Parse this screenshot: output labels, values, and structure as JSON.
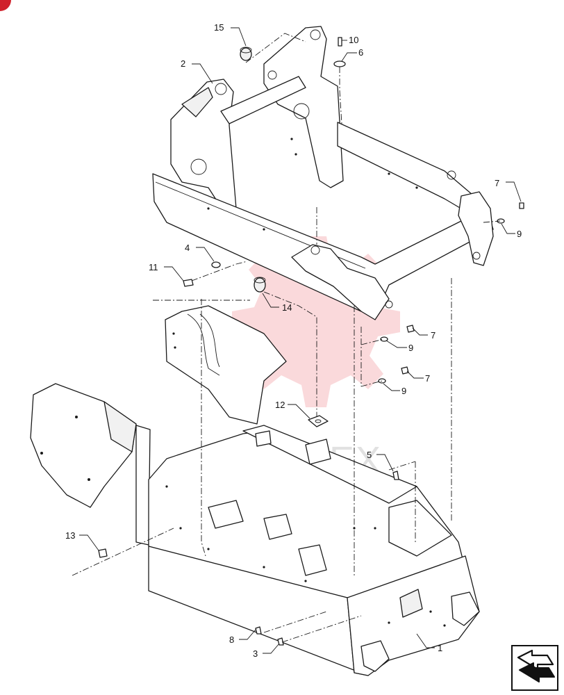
{
  "diagram": {
    "callouts": [
      {
        "id": "c1",
        "label": "1"
      },
      {
        "id": "c2",
        "label": "2"
      },
      {
        "id": "c3",
        "label": "3"
      },
      {
        "id": "c4",
        "label": "4"
      },
      {
        "id": "c5",
        "label": "5"
      },
      {
        "id": "c6",
        "label": "6"
      },
      {
        "id": "c7a",
        "label": "7"
      },
      {
        "id": "c7b",
        "label": "7"
      },
      {
        "id": "c7c",
        "label": "7"
      },
      {
        "id": "c8",
        "label": "8"
      },
      {
        "id": "c9a",
        "label": "9"
      },
      {
        "id": "c9b",
        "label": "9"
      },
      {
        "id": "c9c",
        "label": "9"
      },
      {
        "id": "c10",
        "label": "10"
      },
      {
        "id": "c11",
        "label": "11"
      },
      {
        "id": "c12",
        "label": "12"
      },
      {
        "id": "c13",
        "label": "13"
      },
      {
        "id": "c14",
        "label": "14"
      },
      {
        "id": "c15",
        "label": "15"
      }
    ],
    "watermark_text": "LMTEX",
    "colors": {
      "line": "#1a1a1a",
      "watermark": "#e8505b",
      "corner_badge": "#d0202b"
    }
  },
  "navigation": {
    "icon": "return-arrow-icon"
  }
}
